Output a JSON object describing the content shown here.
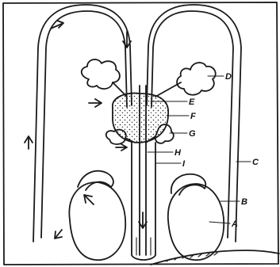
{
  "labels": {
    "A": "A",
    "B": "B",
    "C": "C",
    "D": "D",
    "E": "E",
    "F": "F",
    "G": "G",
    "H": "H",
    "I": "I"
  }
}
